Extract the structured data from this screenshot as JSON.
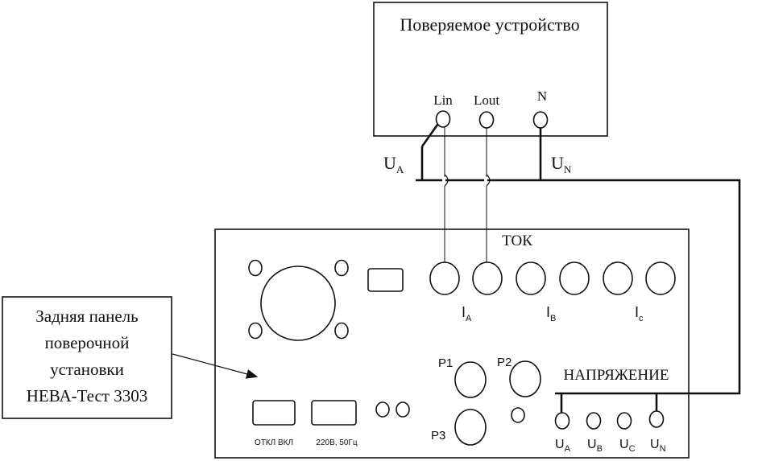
{
  "device": {
    "title": "Поверяемое устройство",
    "terminal_lin": "Lin",
    "terminal_lout": "Lout",
    "terminal_n": "N"
  },
  "wire_labels": {
    "ua_main": "U",
    "ua_main_sub": "A",
    "un_main": "U",
    "un_main_sub": "N"
  },
  "panel": {
    "current_label": "ТОК",
    "ia": "I",
    "ia_sub": "A",
    "ib": "I",
    "ib_sub": "B",
    "ic": "I",
    "ic_sub": "c",
    "p1": "P1",
    "p2": "P2",
    "p3": "P3",
    "voltage_label": "НАПРЯЖЕНИЕ",
    "ua": "U",
    "ua_sub": "A",
    "ub": "U",
    "ub_sub": "B",
    "uc": "U",
    "uc_sub": "C",
    "un": "U",
    "un_sub": "N",
    "switch_label": "ОТКЛ ВКЛ",
    "power_label": "220В, 50Гц"
  },
  "callout": {
    "line1": "Задняя панель",
    "line2": "поверочной",
    "line3": "установки",
    "line4": "НЕВА-Тест 3303"
  }
}
